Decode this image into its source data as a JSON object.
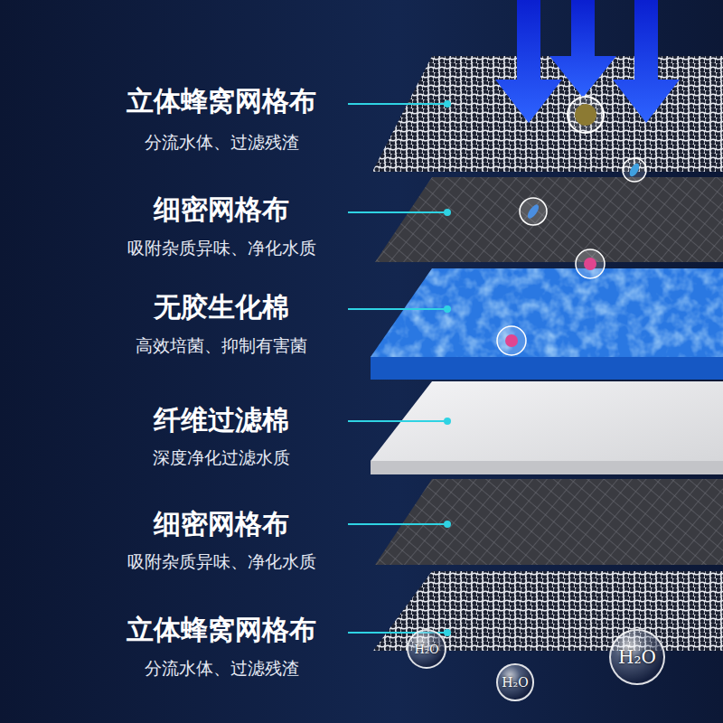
{
  "diagram": {
    "nodes": [
      {
        "text": [
          "H₂O"
        ]
      },
      {
        "text": [
          "H₂O"
        ]
      },
      {
        "text": [
          "H₂O"
        ]
      }
    ],
    "labels": [
      "立体蜂窝网格布",
      "分流水体、过滤残渣",
      "细密网格布",
      "吸附杂质异味、净化水质",
      "无胶生化棉",
      "高效培菌、抑制有害菌",
      "纤维过滤棉",
      "深度净化过滤水质",
      "细密网格布",
      "吸附杂质异味、净化水质",
      "立体蜂窝网格布",
      "分流水体、过滤残渣"
    ]
  }
}
